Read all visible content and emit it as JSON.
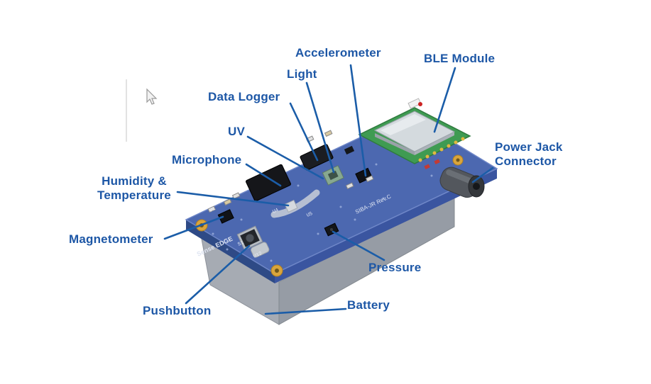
{
  "labels": [
    {
      "id": "accelerometer",
      "text": "Accelerometer"
    },
    {
      "id": "ble-module",
      "text": "BLE Module"
    },
    {
      "id": "light",
      "text": "Light"
    },
    {
      "id": "data-logger",
      "text": "Data Logger"
    },
    {
      "id": "uv",
      "text": "UV"
    },
    {
      "id": "microphone",
      "text": "Microphone"
    },
    {
      "id": "humidity-temperature",
      "text": "Humidity &\nTemperature"
    },
    {
      "id": "magnetometer",
      "text": "Magnetometer"
    },
    {
      "id": "pushbutton",
      "text": "Pushbutton"
    },
    {
      "id": "pressure",
      "text": "Pressure"
    },
    {
      "id": "battery",
      "text": "Battery"
    },
    {
      "id": "power-jack-connector",
      "text": "Power Jack\nConnector"
    }
  ],
  "board": {
    "silkscreen": [
      "Sense EDGE",
      "SIBA-JR Rev.C"
    ],
    "refs": [
      "U1",
      "U4",
      "U5",
      "S1",
      "U12"
    ]
  },
  "colors": {
    "label_text": "#1d57a6",
    "callout_line": "#1b5da8",
    "pcb_blue": "#4c68b0",
    "ble_green": "#3f9b52",
    "battery_gray": "#9aa1a9",
    "gold_pad": "#d9a53c"
  }
}
